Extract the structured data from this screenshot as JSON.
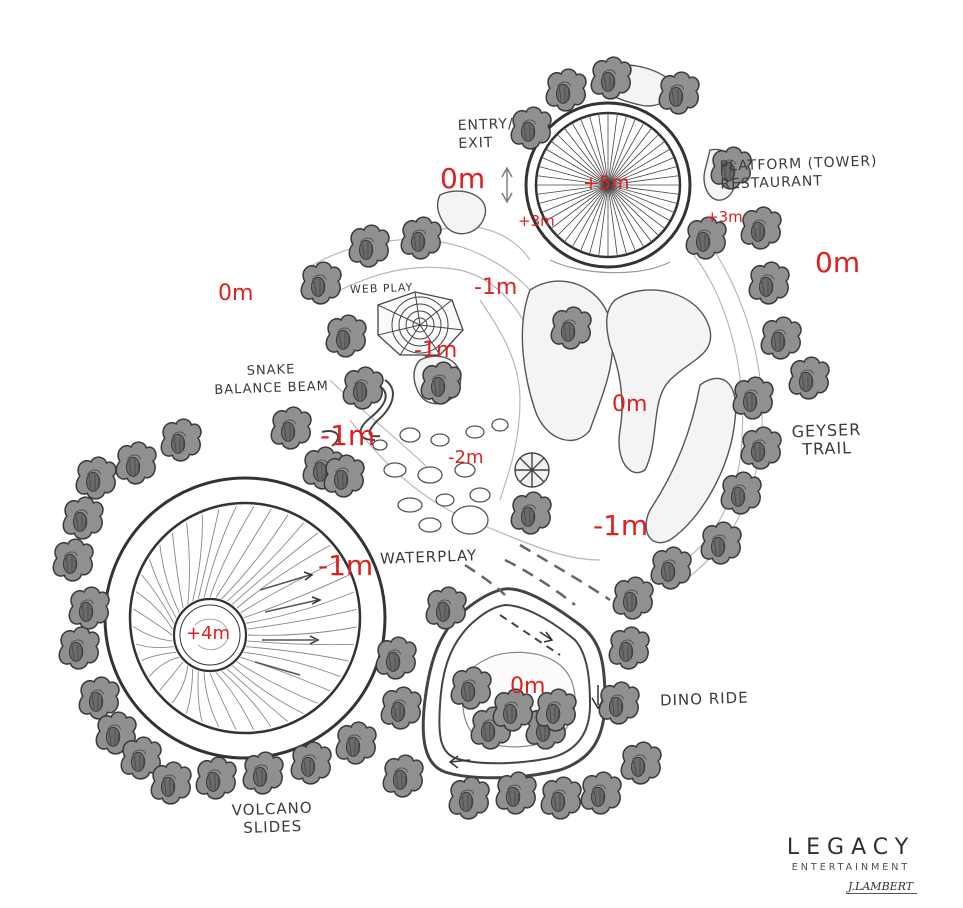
{
  "labels": {
    "entry": "ENTRY/\nEXIT",
    "tower": "PLATFORM (TOWER)\nRESTAURANT",
    "web": "WEB PLAY",
    "snake": "SNAKE\nBALANCE BEAM",
    "geyser": "GEYSER\nTRAIL",
    "water": "WATERPLAY",
    "dino": "DINO RIDE",
    "volcano": "VOLCANO\nSLIDES"
  },
  "elevations": {
    "entry_0": "0m",
    "tower_center": "+5m",
    "tower_left": "+3m",
    "tower_right": "+3m",
    "right_0": "0m",
    "left_0": "0m",
    "web_minus1": "-1m",
    "web_inner_minus1": "-1m",
    "center_0": "0m",
    "snake_minus1": "-1m",
    "pool_minus2": "-2m",
    "geyser_minus1": "-1m",
    "water_minus1": "-1m",
    "volcano_plus4": "+4m",
    "dino_0": "0m"
  },
  "brand": {
    "name": "LEGACY",
    "sub": "ENTERTAINMENT"
  },
  "signature": "J.LAMBERT",
  "colors": {
    "elevation": "#e0201f",
    "ink": "#3b3b3b",
    "tree_fill": "#8c8c8c",
    "tree_dark": "#5e5e5e"
  },
  "icons": [
    "tree-icon",
    "spider-web-icon",
    "arrow-icon"
  ]
}
